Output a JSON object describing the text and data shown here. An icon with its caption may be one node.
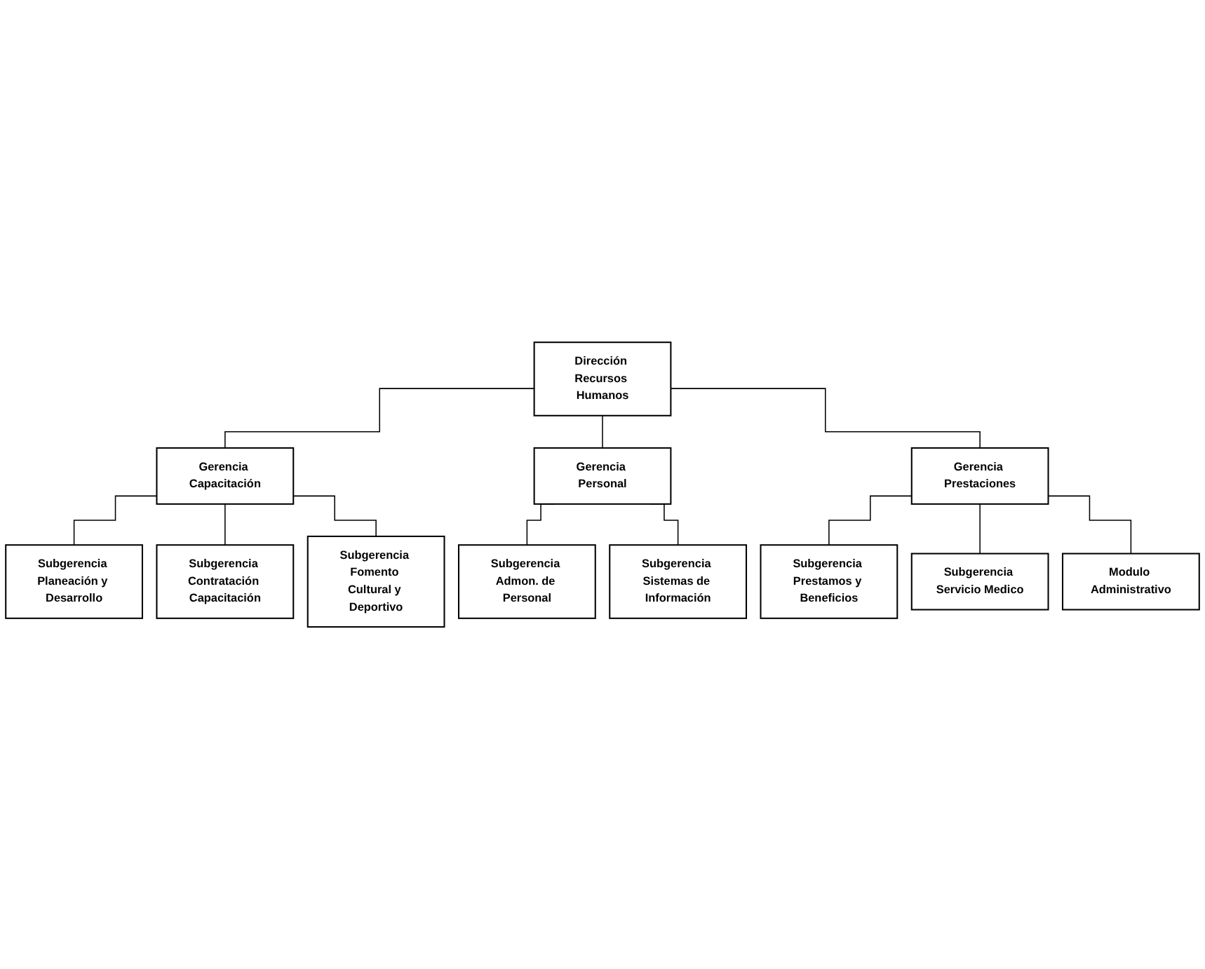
{
  "diagram": {
    "nodes": [
      {
        "text": [
          "Dirección Recursos Humanos"
        ]
      },
      {
        "text": [
          "Gerencia Capacitación"
        ]
      },
      {
        "text": [
          "Gerencia Personal"
        ]
      },
      {
        "text": [
          "Gerencia Prestaciones"
        ]
      },
      {
        "text": [
          "Subgerencia Planeación y Desarrollo"
        ]
      },
      {
        "text": [
          "Subgerencia Contratación Capacitación"
        ]
      },
      {
        "text": [
          "Subgerencia Fomento Cultural y Deportivo"
        ]
      },
      {
        "text": [
          "Subgerencia Admon. de Personal"
        ]
      },
      {
        "text": [
          "Subgerencia Sistemas de Información"
        ]
      },
      {
        "text": [
          "Subgerencia Prestamos y Beneficios"
        ]
      },
      {
        "text": [
          "Subgerencia Servicio Medico"
        ]
      },
      {
        "text": [
          "Modulo Administrativo"
        ]
      }
    ],
    "edges": [
      {
        "from": 0,
        "to": 1,
        "arrow": "none"
      },
      {
        "from": 0,
        "to": 2,
        "arrow": "none"
      },
      {
        "from": 0,
        "to": 3,
        "arrow": "none"
      },
      {
        "from": 1,
        "to": 4,
        "arrow": "none"
      },
      {
        "from": 1,
        "to": 5,
        "arrow": "none"
      },
      {
        "from": 1,
        "to": 6,
        "arrow": "none"
      },
      {
        "from": 2,
        "to": 7,
        "arrow": "none"
      },
      {
        "from": 2,
        "to": 8,
        "arrow": "none"
      },
      {
        "from": 3,
        "to": 9,
        "arrow": "none"
      },
      {
        "from": 3,
        "to": 10,
        "arrow": "none"
      },
      {
        "from": 3,
        "to": 11,
        "arrow": "none"
      }
    ]
  }
}
